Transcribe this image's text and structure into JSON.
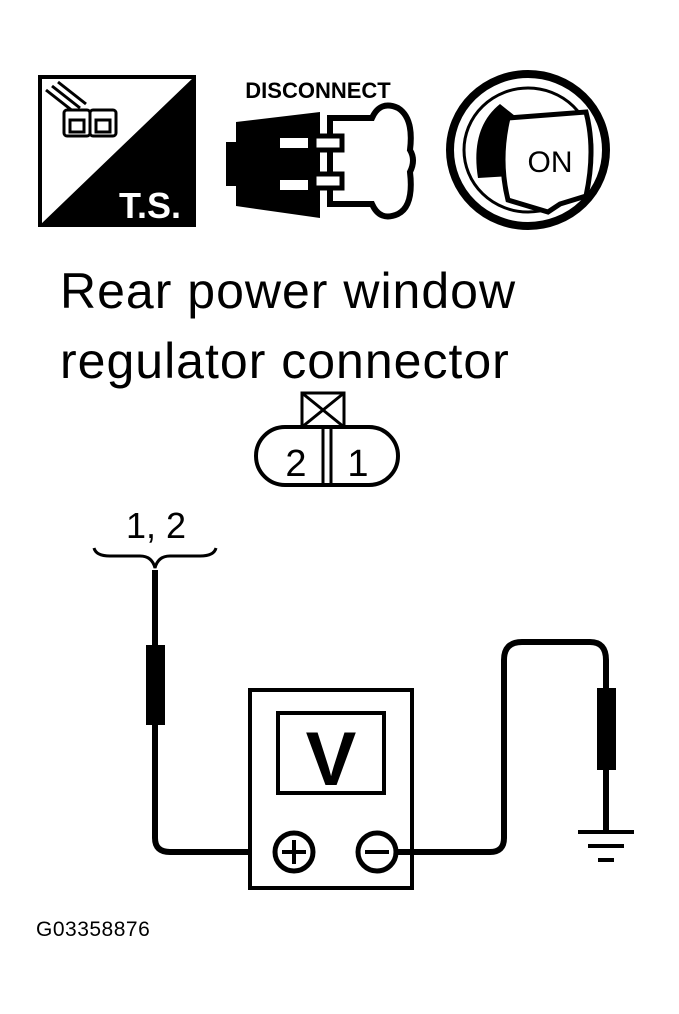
{
  "icons": {
    "test_symbol": {
      "icon": "test-symbol-icon",
      "label": "T.S."
    },
    "disconnect": {
      "icon": "disconnect-connector-icon",
      "label": "DISCONNECT"
    },
    "ignition": {
      "icon": "ignition-key-on-icon",
      "label": "ON"
    }
  },
  "title": {
    "line1": "Rear power window",
    "line2": "regulator connector"
  },
  "connector": {
    "pins": [
      "2",
      "1"
    ],
    "probe_label": "1, 2"
  },
  "meter": {
    "display": "V",
    "positive": "+",
    "negative": "−"
  },
  "figure_id": "G03358876",
  "colors": {
    "ink": "#000000",
    "paper": "#ffffff"
  }
}
